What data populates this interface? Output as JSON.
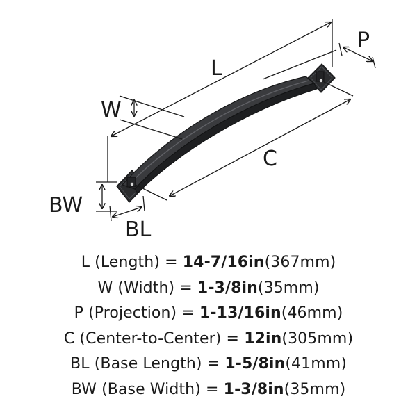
{
  "diagram": {
    "labels": {
      "L": "L",
      "W": "W",
      "P": "P",
      "C": "C",
      "BW": "BW",
      "BL": "BL"
    },
    "colors": {
      "finish": "#2e2f31",
      "finish_dark": "#1c1d1f",
      "highlight": "#6a6c70",
      "line": "#1a1a1a"
    }
  },
  "specs": [
    {
      "symbol": "L",
      "name": "(Length)",
      "equals": "=",
      "imperial": "14-7/16in",
      "metric": "(367mm)"
    },
    {
      "symbol": "W",
      "name": "(Width)",
      "equals": "=",
      "imperial": "1-3/8in",
      "metric": "(35mm)"
    },
    {
      "symbol": "P",
      "name": "(Projection)",
      "equals": "=",
      "imperial": "1-13/16in",
      "metric": "(46mm)"
    },
    {
      "symbol": "C",
      "name": "(Center-to-Center)",
      "equals": "=",
      "imperial": "12in",
      "metric": "(305mm)"
    },
    {
      "symbol": "BL",
      "name": "(Base Length)",
      "equals": "=",
      "imperial": "1-5/8in",
      "metric": "(41mm)"
    },
    {
      "symbol": "BW",
      "name": "(Base Width)",
      "equals": "=",
      "imperial": "1-3/8in",
      "metric": "(35mm)"
    }
  ]
}
